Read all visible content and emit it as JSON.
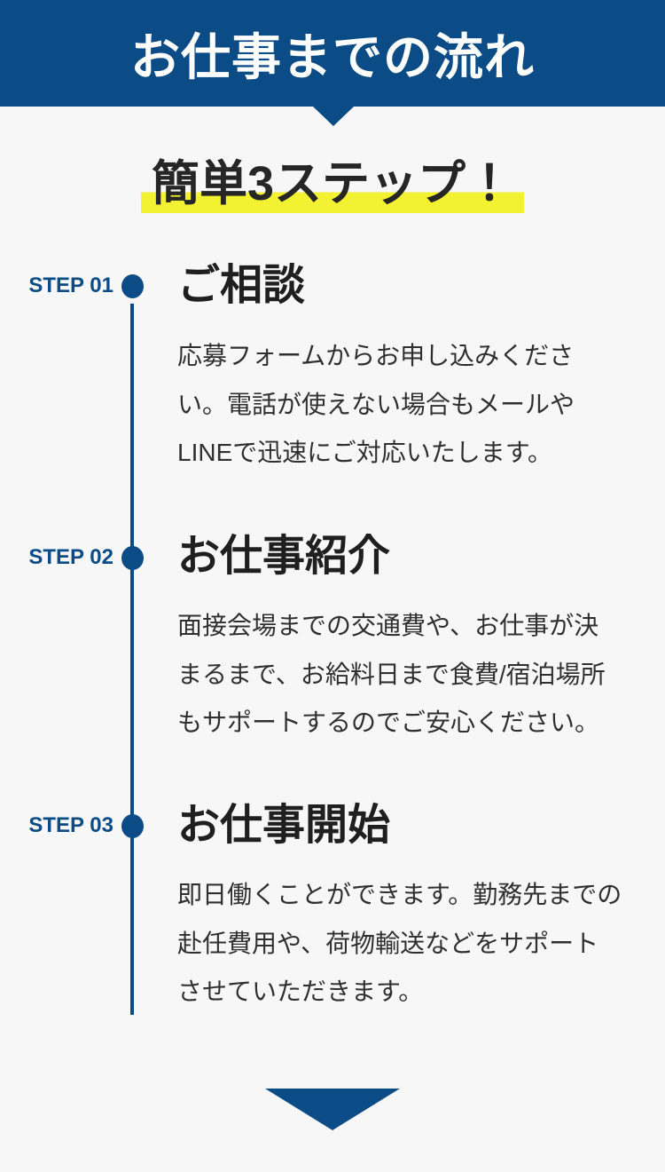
{
  "theme": {
    "blue": "#0b4c87",
    "yellow_highlight": "#f2f233",
    "background": "#f7f7f8",
    "banner_text_color": "#ffffff"
  },
  "banner": {
    "title": "お仕事までの流れ",
    "pointer_icon": "triangle-down"
  },
  "intro": {
    "headline": "簡単3ステップ！"
  },
  "steps": [
    {
      "label": "STEP 01",
      "title": "ご相談",
      "description": "応募フォームからお申し込みくださ\nい。電話が使えない場合もメールや\nLINEで迅速にご対応いたします。"
    },
    {
      "label": "STEP 02",
      "title": "お仕事紹介",
      "description": "面接会場までの交通費や、お仕事が決\nまるまで、お給料日まで食費/宿泊場所\nもサポートするのでご安心ください。"
    },
    {
      "label": "STEP 03",
      "title": "お仕事開始",
      "description": "即日働くことができます。勤務先までの\n赴任費用や、荷物輸送などをサポート\nさせていただきます。"
    }
  ],
  "footer": {
    "pointer_icon": "triangle-down"
  }
}
